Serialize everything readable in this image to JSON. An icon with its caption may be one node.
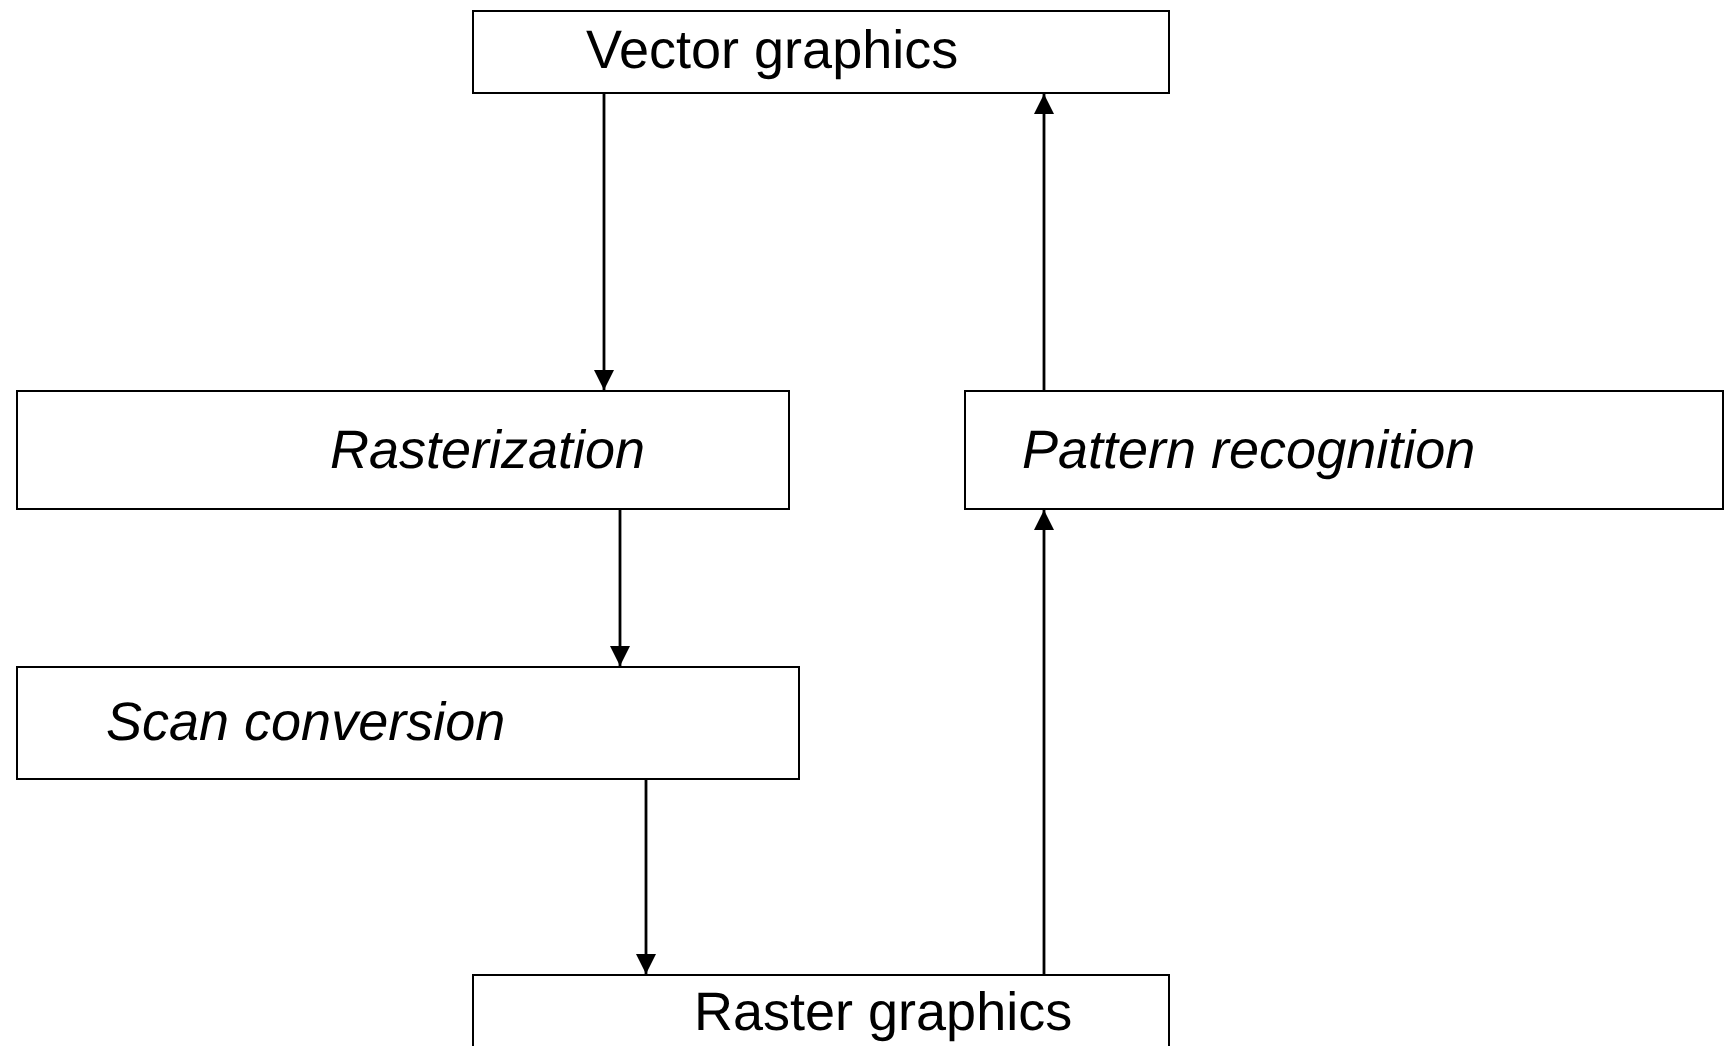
{
  "diagram": {
    "nodes": [
      {
        "text": [
          "Vector graphics"
        ]
      },
      {
        "text": [
          "Rasterization"
        ]
      },
      {
        "text": [
          "Pattern recognition"
        ]
      },
      {
        "text": [
          "Scan conversion"
        ]
      },
      {
        "text": [
          "Raster graphics"
        ]
      }
    ],
    "edges": [
      {
        "from": 0,
        "to": 1,
        "arrow": "to"
      },
      {
        "from": 1,
        "to": 3,
        "arrow": "to"
      },
      {
        "from": 3,
        "to": 4,
        "arrow": "to"
      },
      {
        "from": 4,
        "to": 2,
        "arrow": "to"
      },
      {
        "from": 2,
        "to": 0,
        "arrow": "to"
      }
    ]
  }
}
